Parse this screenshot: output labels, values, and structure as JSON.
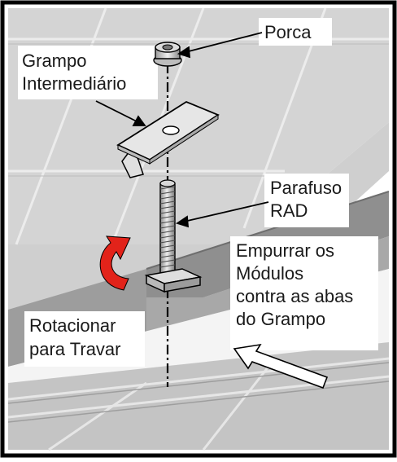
{
  "labels": {
    "porca": "Porca",
    "grampo_line1": "Grampo",
    "grampo_line2": "Intermediário",
    "parafuso_line1": "Parafuso",
    "parafuso_line2": "RAD",
    "empurrar_line1": "Empurrar os",
    "empurrar_line2": "Módulos",
    "empurrar_line3": "contra as abas",
    "empurrar_line4": "do Grampo",
    "rotacionar_line1": "Rotacionar",
    "rotacionar_line2": "para Travar"
  },
  "colors": {
    "rotate_arrow": "#e2231a",
    "module_gray": "#c9c9c9",
    "rail_gray": "#b5b5b5",
    "outline": "#000000"
  }
}
